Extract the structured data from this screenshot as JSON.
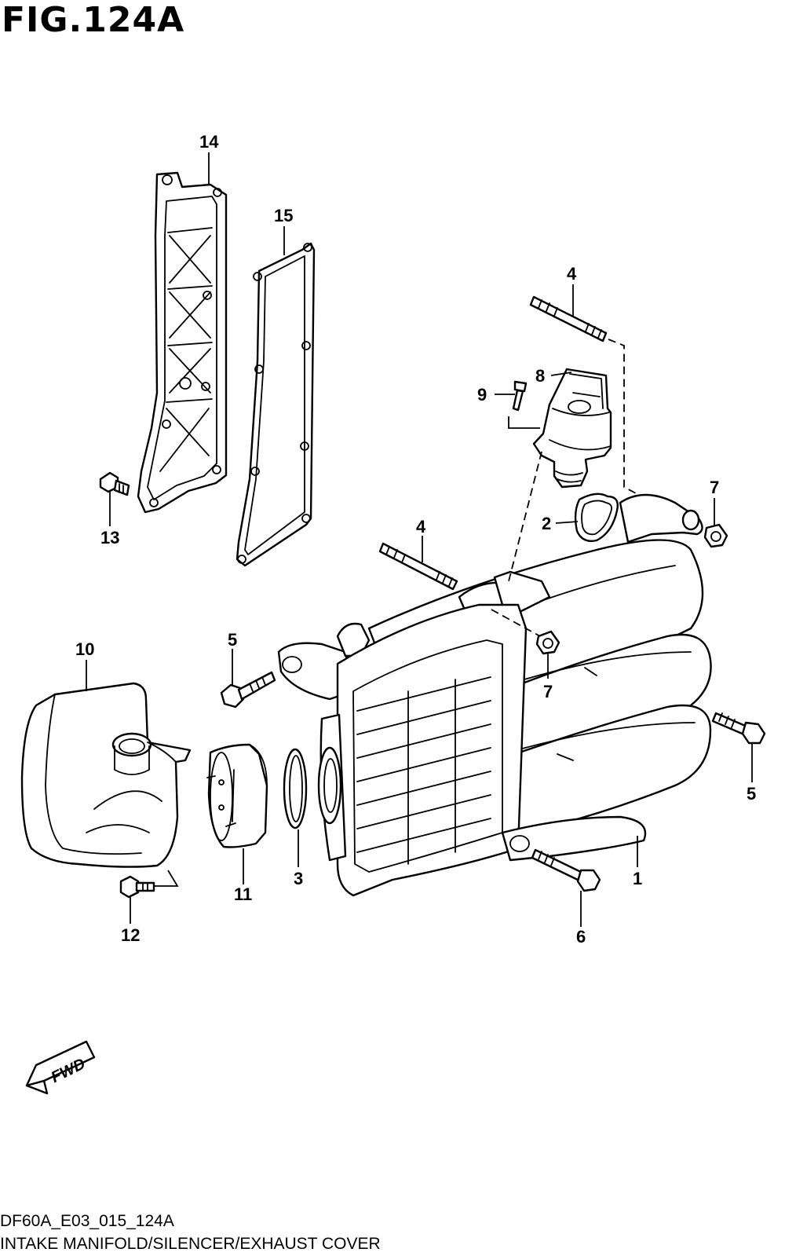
{
  "figure": {
    "title": "FIG.124A",
    "code": "DF60A_E03_015_124A",
    "caption": "INTAKE MANIFOLD/SILENCER/EXHAUST COVER",
    "direction_marker": "FWD"
  },
  "callouts": [
    {
      "id": "1",
      "label": "1"
    },
    {
      "id": "2",
      "label": "2"
    },
    {
      "id": "3",
      "label": "3"
    },
    {
      "id": "4a",
      "label": "4"
    },
    {
      "id": "4b",
      "label": "4"
    },
    {
      "id": "5a",
      "label": "5"
    },
    {
      "id": "5b",
      "label": "5"
    },
    {
      "id": "6",
      "label": "6"
    },
    {
      "id": "7a",
      "label": "7"
    },
    {
      "id": "7b",
      "label": "7"
    },
    {
      "id": "8",
      "label": "8"
    },
    {
      "id": "9",
      "label": "9"
    },
    {
      "id": "10",
      "label": "10"
    },
    {
      "id": "11",
      "label": "11"
    },
    {
      "id": "12",
      "label": "12"
    },
    {
      "id": "13",
      "label": "13"
    },
    {
      "id": "14",
      "label": "14"
    },
    {
      "id": "15",
      "label": "15"
    }
  ]
}
